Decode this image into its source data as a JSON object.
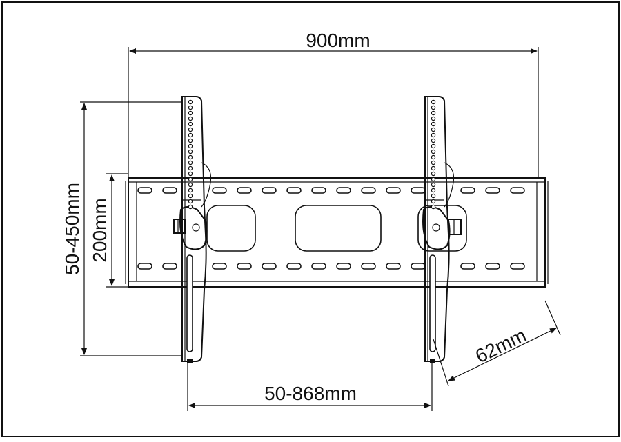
{
  "dimensions": {
    "overall_width": "900mm",
    "arm_spacing": "50-868mm",
    "vertical_range": "50-450mm",
    "plate_height": "200mm",
    "depth": "62mm"
  }
}
